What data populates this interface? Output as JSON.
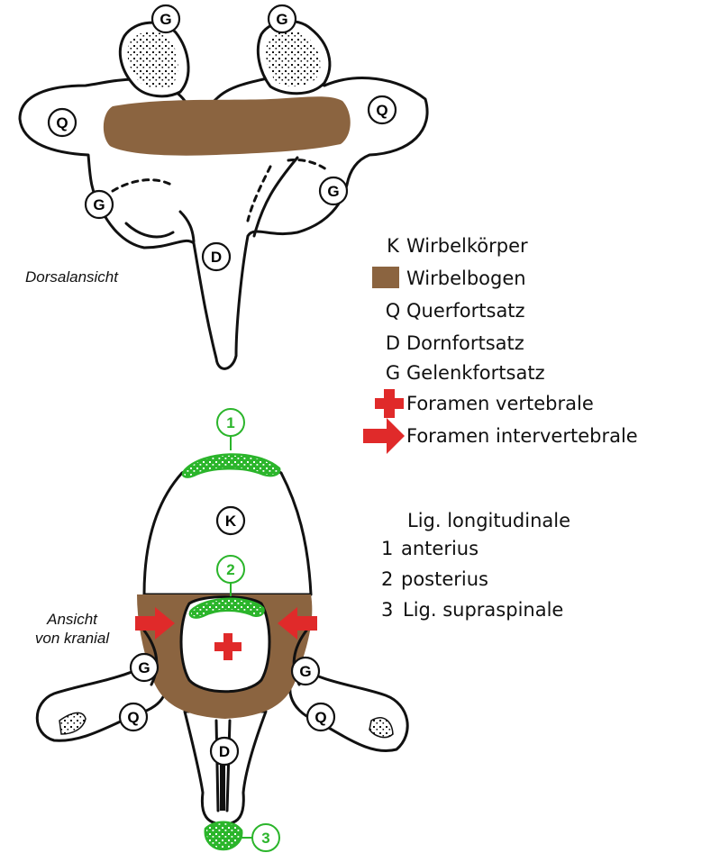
{
  "colors": {
    "arch": "#8b6440",
    "arrow": "#e02a2a",
    "ligament": "#2bb52b",
    "outline": "#111111"
  },
  "views": {
    "dorsal": "Dorsalansicht",
    "cranial_line1": "Ansicht",
    "cranial_line2": "von kranial"
  },
  "markers": {
    "G": "G",
    "Q": "Q",
    "D": "D",
    "K": "K",
    "n1": "1",
    "n2": "2",
    "n3": "3"
  },
  "legend": {
    "k_key": "K",
    "k_text": "Wirbelkörper",
    "arch_text": "Wirbelbogen",
    "q_key": "Q",
    "q_text": "Querfortsatz",
    "d_key": "D",
    "d_text": "Dornfortsatz",
    "g_key": "G",
    "g_text": "Gelenkfortsatz",
    "plus_text": "Foramen vertebrale",
    "arrow_text": "Foramen intervertebrale"
  },
  "ligaments": {
    "heading": "Lig. longitudinale",
    "n1": "1",
    "t1": "anterius",
    "n2": "2",
    "t2": "posterius",
    "n3": "3",
    "t3": "Lig. supraspinale"
  },
  "icons": [
    "cross-icon",
    "arrow-right-icon",
    "arrow-left-icon",
    "brown-square-icon"
  ]
}
